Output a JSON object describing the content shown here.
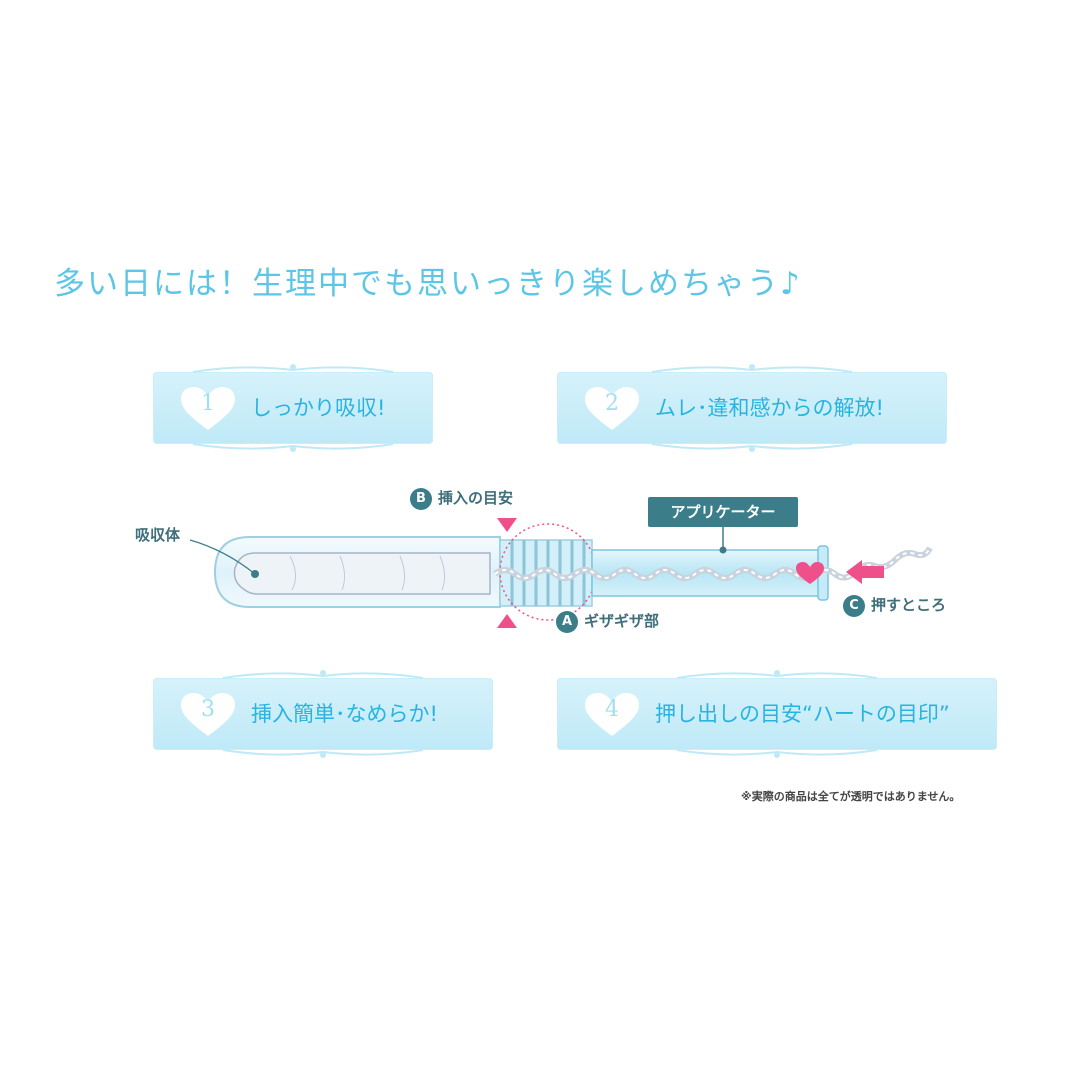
{
  "headline": "多い日には！生理中でも思いっきり楽しめちゃう♪",
  "features": [
    {
      "number": "1",
      "label": "しっかり吸収!"
    },
    {
      "number": "2",
      "label": "ムレ･違和感からの解放!"
    },
    {
      "number": "3",
      "label": "挿入簡単･なめらか!"
    },
    {
      "number": "4",
      "label": "押し出しの目安“ハートの目印”"
    }
  ],
  "diagram": {
    "absorbent_label": "吸収体",
    "applicator_label": "アプリケーター",
    "callout_a": {
      "badge": "A",
      "label": "ギザギザ部"
    },
    "callout_b": {
      "badge": "B",
      "label": "挿入の目安"
    },
    "callout_c": {
      "badge": "C",
      "label": "押すところ"
    }
  },
  "footnote": "※実際の商品は全てが透明ではありません。",
  "colors": {
    "headline": "#5cc6e6",
    "feature_text": "#29b4e0",
    "badge": "#3b7d88",
    "pink_marker": "#f0508a"
  }
}
